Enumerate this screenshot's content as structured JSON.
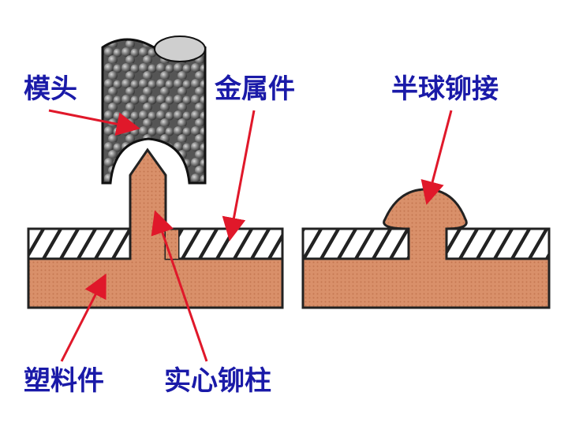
{
  "labels": {
    "mold_head": "模头",
    "metal_part": "金属件",
    "hemispherical_rivet": "半球铆接",
    "plastic_part": "塑料件",
    "solid_rivet_stud": "实心铆柱"
  },
  "colors": {
    "label_text": "#1a1aa8",
    "arrow": "#e0182a",
    "plastic_fill": "#d9906a",
    "metal_hatch": "#222222",
    "mold_fill": "#6e6e6e"
  }
}
